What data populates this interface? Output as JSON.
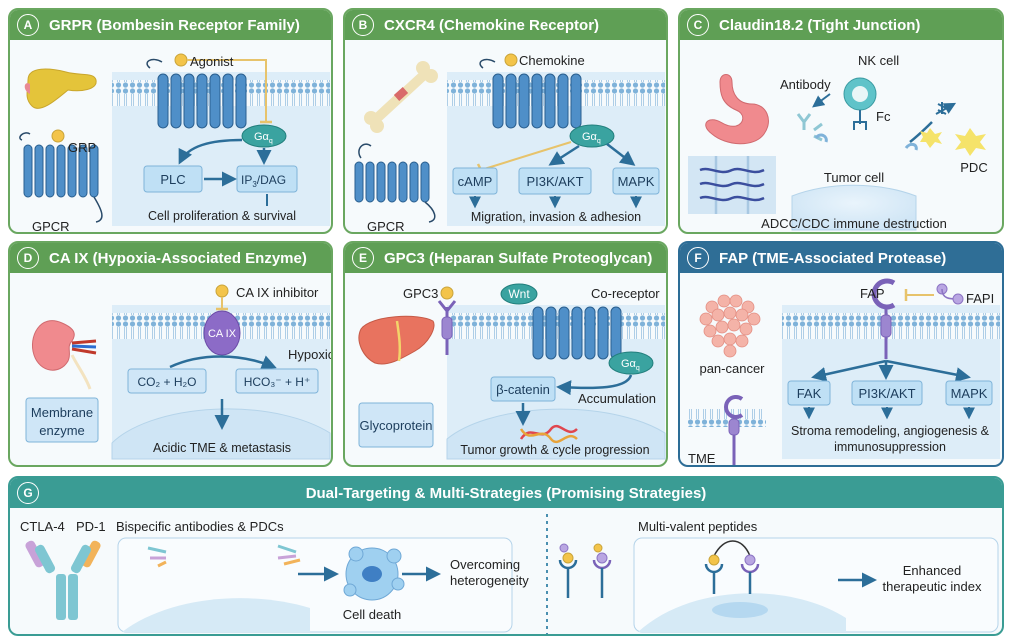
{
  "panels": {
    "A": {
      "letter": "A",
      "title": "GRPR (Bombesin Receptor Family)",
      "agonist": "Agonist",
      "grp": "GRP",
      "gpcr": "GPCR",
      "galpha": "Gα",
      "galpha_sub": "q",
      "plc": "PLC",
      "ip3": "IP",
      "ip3_sub": "3",
      "dag": "/DAG",
      "outcome": "Cell proliferation & survival"
    },
    "B": {
      "letter": "B",
      "title": "CXCR4 (Chemokine Receptor)",
      "chemokine": "Chemokine",
      "gpcr": "GPCR",
      "galpha": "Gα",
      "galpha_sub": "q",
      "camp": "cAMP",
      "pi3k": "PI3K/AKT",
      "mapk": "MAPK",
      "outcome": "Migration, invasion & adhesion"
    },
    "C": {
      "letter": "C",
      "title": "Claudin18.2 (Tight Junction)",
      "nk": "NK cell",
      "antibody": "Antibody",
      "fc": "Fc",
      "tumor": "Tumor cell",
      "pdc": "PDC",
      "outcome": "ADCC/CDC immune destruction"
    },
    "D": {
      "letter": "D",
      "title": "CA IX (Hypoxia-Associated Enzyme)",
      "inhibitor": "CA IX inhibitor",
      "enzyme": "CA IX",
      "hypoxic": "Hypoxic",
      "box_label": "Membrane enzyme",
      "reactant": "CO₂ + H₂O",
      "product": "HCO₃⁻ + H⁺",
      "outcome": "Acidic TME & metastasis"
    },
    "E": {
      "letter": "E",
      "title": "GPC3 (Heparan Sulfate Proteoglycan)",
      "gpc3": "GPC3",
      "wnt": "Wnt",
      "coreceptor": "Co-receptor",
      "galpha": "Gα",
      "galpha_sub": "q",
      "bcatenin": "β-catenin",
      "accumulation": "Accumulation",
      "box_label": "Glycoprotein",
      "outcome": "Tumor growth & cycle progression"
    },
    "F": {
      "letter": "F",
      "title": "FAP (TME-Associated Protease)",
      "fap": "FAP",
      "fapi": "FAPI",
      "pancancer": "pan-cancer",
      "tme": "TME",
      "fak": "FAK",
      "pi3k": "PI3K/AKT",
      "mapk": "MAPK",
      "outcome_1": "Stroma remodeling, angiogenesis &",
      "outcome_2": "immunosuppression"
    },
    "G": {
      "letter": "G",
      "title": "Dual-Targeting & Multi-Strategies (Promising Strategies)",
      "ctla4": "CTLA-4",
      "pd1": "PD-1",
      "bispecific": "Bispecific antibodies & PDCs",
      "celldeath": "Cell death",
      "overcoming_1": "Overcoming",
      "overcoming_2": "heterogeneity",
      "multivalent": "Multi-valent peptides",
      "enhanced_1": "Enhanced",
      "enhanced_2": "therapeutic index"
    }
  },
  "colors": {
    "green_header": "#5f9f55",
    "blue_header": "#2f6e96",
    "teal_header": "#3a9c94",
    "receptor": "#4f8fc8",
    "box_fill": "#cfe6f7",
    "arrow": "#2c6e99",
    "gold": "#f3c44a",
    "inhibitor": "#e7c36b"
  },
  "icons": [
    "pancreas-icon",
    "bone-icon",
    "stomach-icon",
    "kidney-icon",
    "liver-icon",
    "tumor-spheroid-icon",
    "nk-cell-icon",
    "antibody-icon",
    "dna-icon"
  ]
}
